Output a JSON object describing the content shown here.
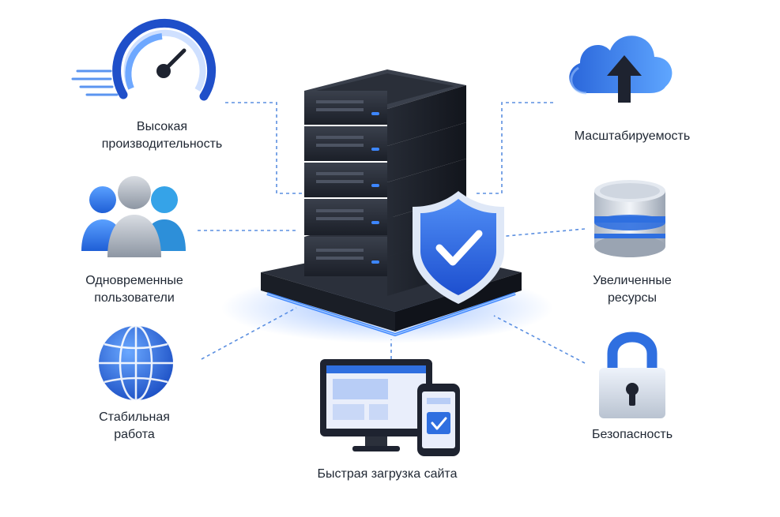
{
  "features": {
    "performance": {
      "line1": "Высокая",
      "line2": "производительность",
      "icon": "speedometer-icon"
    },
    "users": {
      "line1": "Одновременные",
      "line2": "пользователи",
      "icon": "users-group-icon"
    },
    "stable": {
      "line1": "Стабильная",
      "line2": "работа",
      "icon": "globe-icon"
    },
    "fastload": {
      "line1": "Быстрая загрузка сайта",
      "icon": "devices-icon"
    },
    "scalability": {
      "line1": "Масштабируемость",
      "icon": "cloud-upload-icon"
    },
    "resources": {
      "line1": "Увеличенные",
      "line2": "ресурсы",
      "icon": "database-icon"
    },
    "security": {
      "line1": "Безопасность",
      "icon": "padlock-icon"
    }
  },
  "center": {
    "icon": "server-rack-icon",
    "badge_icon": "shield-check-icon"
  },
  "colors": {
    "accent": "#2f6fe0",
    "accent_light": "#6ea8ff",
    "dark": "#1e2330",
    "connector": "#5b8fe0"
  }
}
